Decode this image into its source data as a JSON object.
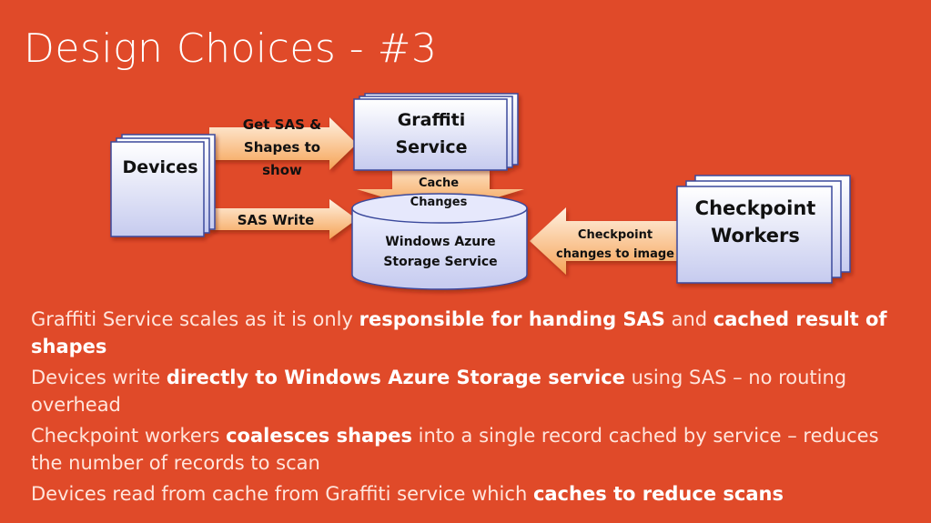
{
  "title": "Design Choices - #3",
  "diagram": {
    "devices": "Devices",
    "graffiti_service": [
      "Graffiti",
      "Service"
    ],
    "storage": [
      "Windows Azure",
      "Storage Service"
    ],
    "checkpoint_workers": [
      "Checkpoint",
      "Workers"
    ],
    "arrow_get_sas": [
      "Get SAS &",
      "Shapes to",
      "show"
    ],
    "arrow_sas_write": "SAS Write",
    "arrow_cache_changes": [
      "Cache",
      "Changes"
    ],
    "arrow_checkpoint": [
      "Checkpoint",
      "changes to image"
    ]
  },
  "bullets": [
    {
      "pre": "Graffiti Service scales as it is only ",
      "b1": "responsible for handing SAS",
      "mid": " and ",
      "b2": "cached result of shapes",
      "post": ""
    },
    {
      "pre": "Devices write ",
      "b1": "directly to Windows Azure Storage service",
      "mid": " using SAS – no routing overhead",
      "b2": "",
      "post": ""
    },
    {
      "pre": "Checkpoint workers ",
      "b1": "coalesces shapes",
      "mid": " into a single record cached by service – reduces the number of records to scan",
      "b2": "",
      "post": ""
    },
    {
      "pre": "Devices read from cache from Graffiti service which ",
      "b1": "caches to reduce scans",
      "mid": "",
      "b2": "",
      "post": ""
    }
  ],
  "colors": {
    "background": "#e04a29",
    "box_fill_top": "#ffffff",
    "box_fill_bottom": "#c9cdf0",
    "box_border": "#3b4a9c",
    "arrow_fill_top": "#fde2c4",
    "arrow_fill_bottom": "#f6a65a"
  }
}
